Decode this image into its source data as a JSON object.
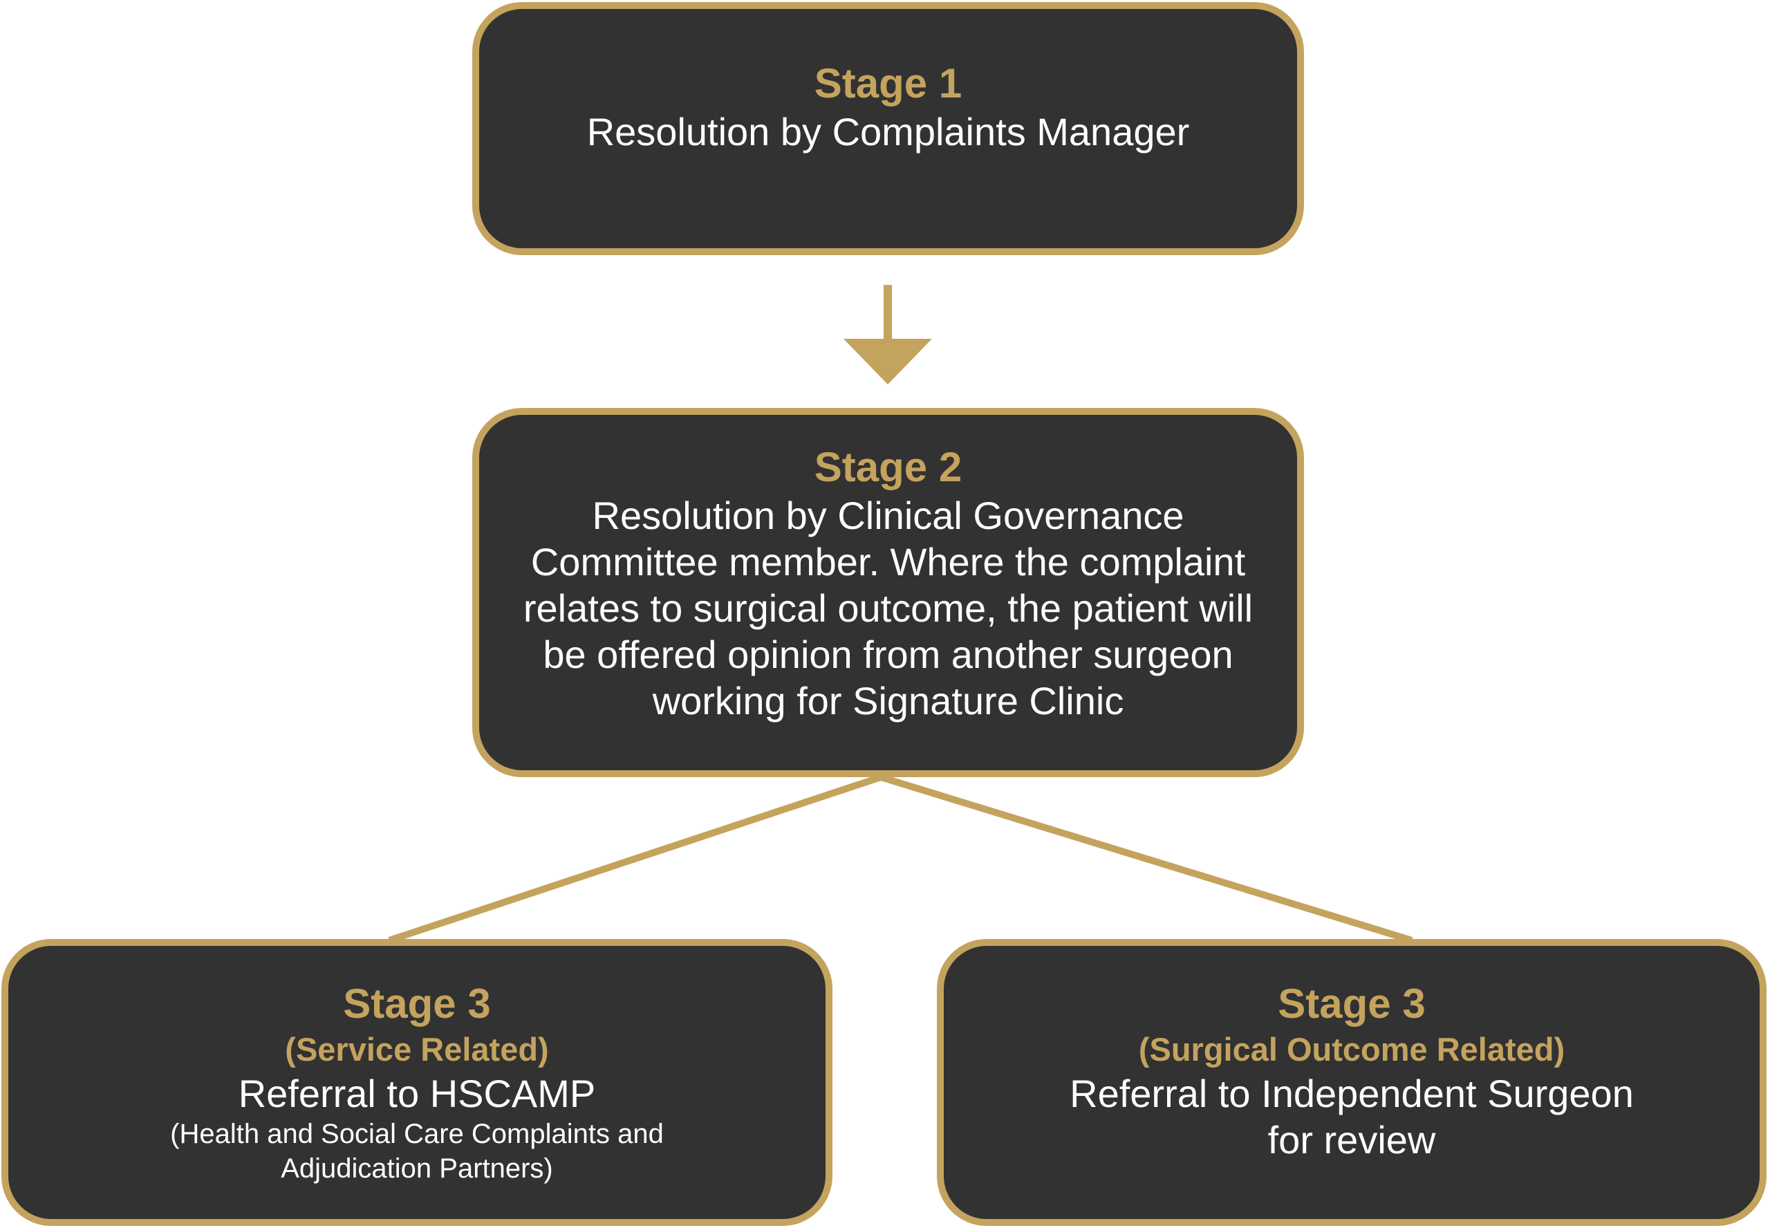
{
  "colors": {
    "box_fill": "#323232",
    "accent_gold": "#c4a35e",
    "text_white": "#ffffff",
    "background": "#ffffff"
  },
  "stages": {
    "stage1": {
      "title": "Stage 1",
      "body": "Resolution by Complaints Manager"
    },
    "stage2": {
      "title": "Stage 2",
      "body": "Resolution by Clinical Governance Committee member. Where the complaint relates to surgical outcome, the patient will be offered opinion from another surgeon working for Signature Clinic"
    },
    "stage3_service": {
      "title": "Stage 3",
      "subtitle": "(Service Related)",
      "body": "Referral to HSCAMP",
      "note": "(Health and Social Care Complaints and Adjudication Partners)"
    },
    "stage3_surgical": {
      "title": "Stage 3",
      "subtitle": "(Surgical Outcome Related)",
      "body": "Referral to Independent Surgeon for review"
    }
  },
  "connectors": [
    {
      "from": "stage1",
      "to": "stage2",
      "kind": "arrow"
    },
    {
      "from": "stage2",
      "to": "stage3_service",
      "kind": "line"
    },
    {
      "from": "stage2",
      "to": "stage3_surgical",
      "kind": "line"
    }
  ]
}
